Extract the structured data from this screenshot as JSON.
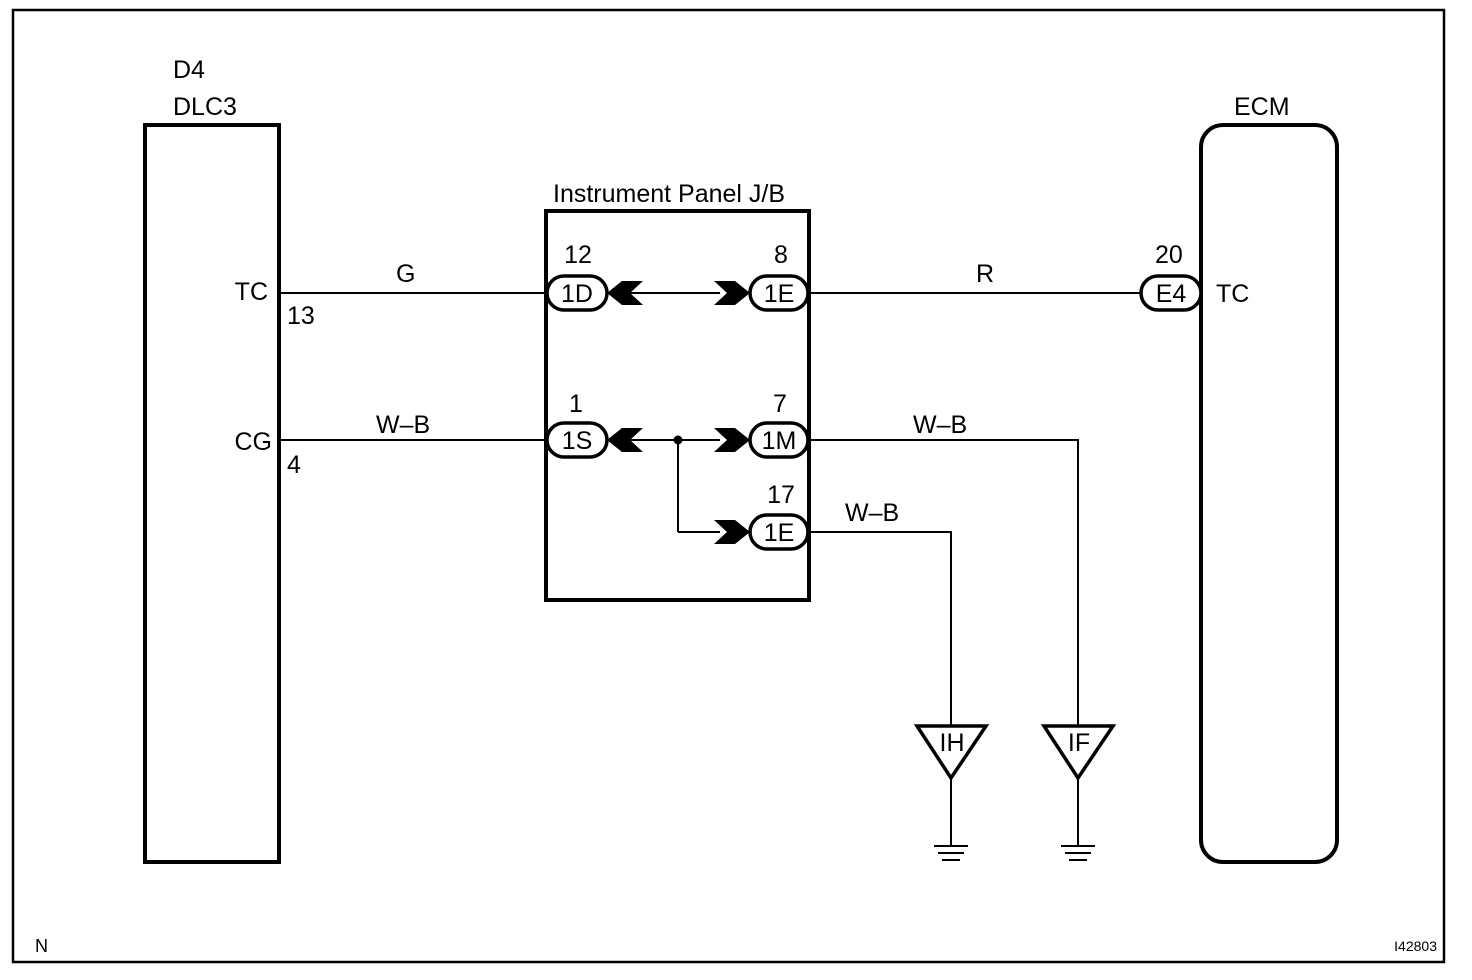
{
  "components": {
    "dlc3": {
      "code": "D4",
      "name": "DLC3"
    },
    "jb": {
      "name": "Instrument Panel J/B"
    },
    "ecm": {
      "name": "ECM"
    }
  },
  "dlc3_terminals": {
    "tc": {
      "label": "TC",
      "pin": "13"
    },
    "cg": {
      "label": "CG",
      "pin": "4"
    }
  },
  "ecm_terminal": {
    "label": "TC",
    "pin": "20",
    "connector": "E4"
  },
  "wires": {
    "tc_left": "G",
    "tc_right": "R",
    "cg_left": "W–B",
    "ground_if": "W–B",
    "ground_ih": "W–B"
  },
  "jb_connectors": {
    "c1d": {
      "label": "1D",
      "pin": "12"
    },
    "c1e_top": {
      "label": "1E",
      "pin": "8"
    },
    "c1s": {
      "label": "1S",
      "pin": "1"
    },
    "c1m": {
      "label": "1M",
      "pin": "7"
    },
    "c1e_bottom": {
      "label": "1E",
      "pin": "17"
    }
  },
  "grounds": {
    "ih": "IH",
    "if": "IF"
  },
  "footer": {
    "left": "N",
    "right": "I42803"
  }
}
